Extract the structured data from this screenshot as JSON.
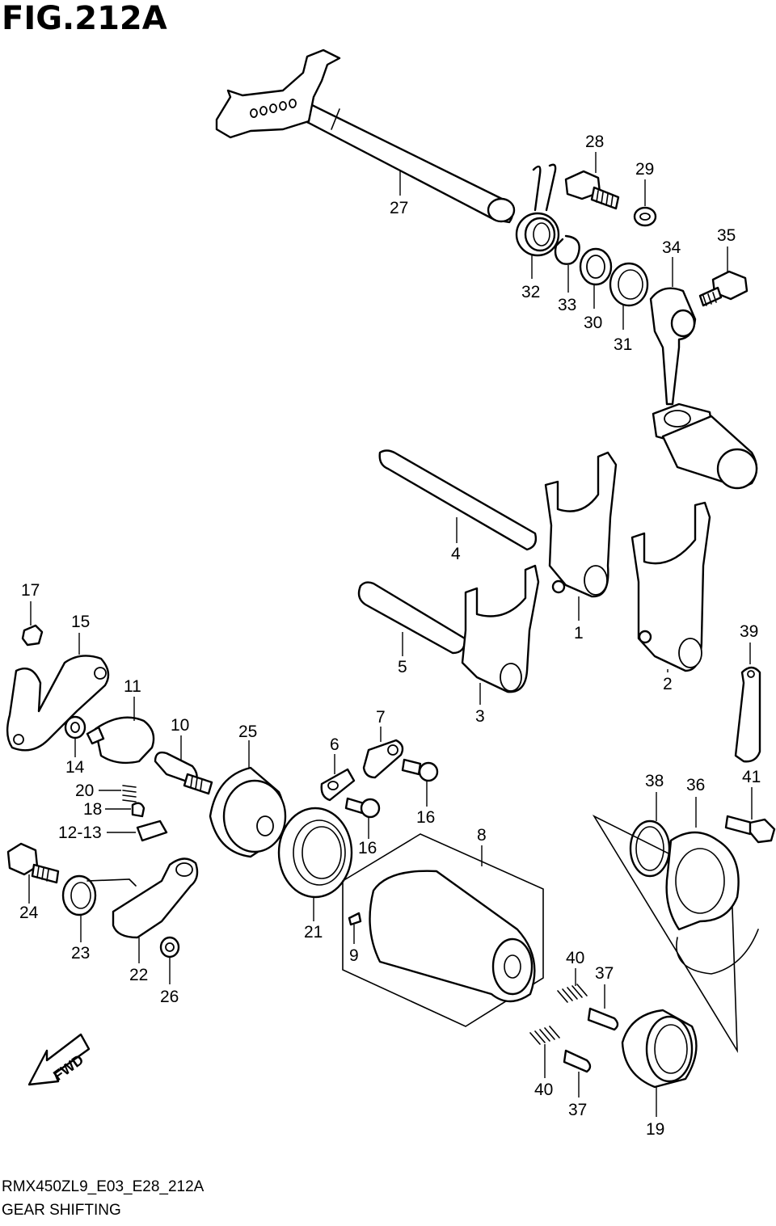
{
  "figure": {
    "title": "FIG.212A",
    "code": "RMX450ZL9_E03_E28_212A",
    "name": "GEAR SHIFTING"
  },
  "forward_arrow_label": "FWD",
  "callouts": [
    "27",
    "28",
    "29",
    "35",
    "34",
    "32",
    "33",
    "30",
    "31",
    "4",
    "1",
    "2",
    "39",
    "5",
    "3",
    "17",
    "15",
    "11",
    "10",
    "25",
    "7",
    "6",
    "16",
    "16",
    "8",
    "20",
    "18",
    "12-13",
    "14",
    "24",
    "23",
    "22",
    "26",
    "21",
    "9",
    "38",
    "36",
    "41",
    "40",
    "37",
    "40",
    "37",
    "19"
  ],
  "colors": {
    "line": "#000000",
    "background": "#ffffff"
  }
}
